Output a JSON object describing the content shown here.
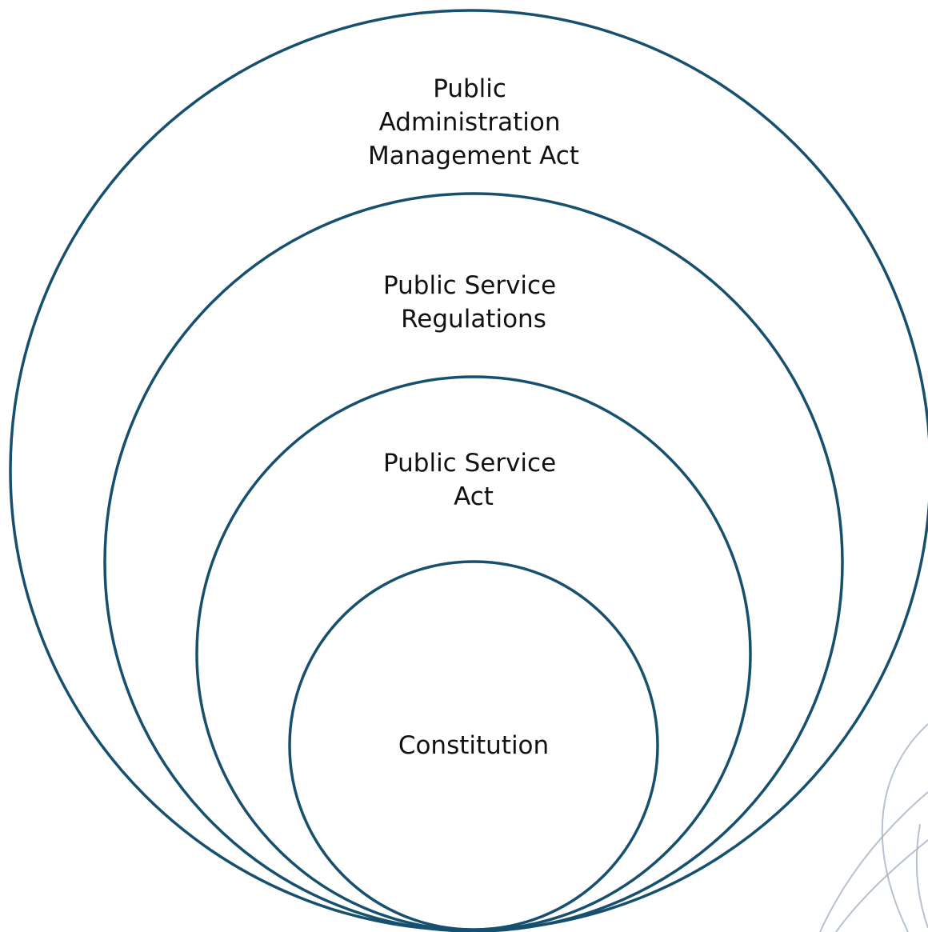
{
  "diagram": {
    "type": "nested-circles",
    "stroke_color": "#17506e",
    "decoration_color": "#9eacc0",
    "layers": [
      {
        "lines": [
          "Public",
          "Administration",
          "Management Act"
        ]
      },
      {
        "lines": [
          "Public Service",
          "Regulations"
        ]
      },
      {
        "lines": [
          "Public Service",
          "Act"
        ]
      },
      {
        "lines": [
          "Constitution"
        ]
      }
    ]
  }
}
